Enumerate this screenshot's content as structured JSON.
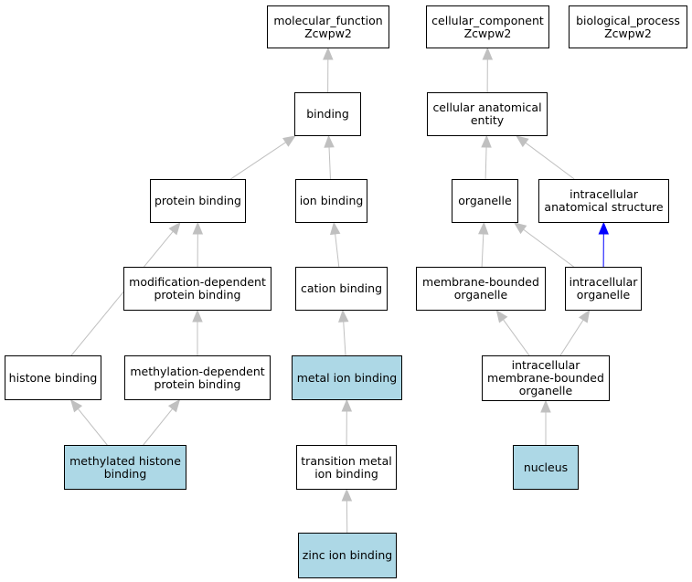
{
  "colors": {
    "highlight_fill": "#add8e6",
    "node_fill": "#ffffff",
    "node_border": "#000000",
    "edge_gray": "#c0c0c0",
    "edge_blue": "#0000ff"
  },
  "nodes": {
    "mf": {
      "lines": [
        "molecular_function",
        "Zcwpw2"
      ],
      "highlight": false
    },
    "cc": {
      "lines": [
        "cellular_component",
        "Zcwpw2"
      ],
      "highlight": false
    },
    "bp": {
      "lines": [
        "biological_process",
        "Zcwpw2"
      ],
      "highlight": false
    },
    "binding": {
      "lines": [
        "binding"
      ],
      "highlight": false
    },
    "cae": {
      "lines": [
        "cellular anatomical",
        "entity"
      ],
      "highlight": false
    },
    "pb": {
      "lines": [
        "protein binding"
      ],
      "highlight": false
    },
    "ionb": {
      "lines": [
        "ion binding"
      ],
      "highlight": false
    },
    "org": {
      "lines": [
        "organelle"
      ],
      "highlight": false
    },
    "ias": {
      "lines": [
        "intracellular",
        "anatomical structure"
      ],
      "highlight": false
    },
    "mdpb": {
      "lines": [
        "modification-dependent",
        "protein binding"
      ],
      "highlight": false
    },
    "cationb": {
      "lines": [
        "cation binding"
      ],
      "highlight": false
    },
    "mbo": {
      "lines": [
        "membrane-bounded",
        "organelle"
      ],
      "highlight": false
    },
    "io": {
      "lines": [
        "intracellular",
        "organelle"
      ],
      "highlight": false
    },
    "hb": {
      "lines": [
        "histone binding"
      ],
      "highlight": false
    },
    "methdpb": {
      "lines": [
        "methylation-dependent",
        "protein binding"
      ],
      "highlight": false
    },
    "metalb": {
      "lines": [
        "metal ion binding"
      ],
      "highlight": true
    },
    "imbo": {
      "lines": [
        "intracellular",
        "membrane-bounded",
        "organelle"
      ],
      "highlight": false
    },
    "mhb": {
      "lines": [
        "methylated histone",
        "binding"
      ],
      "highlight": true
    },
    "tmib": {
      "lines": [
        "transition metal",
        "ion binding"
      ],
      "highlight": false
    },
    "nucleus": {
      "lines": [
        "nucleus"
      ],
      "highlight": true
    },
    "zib": {
      "lines": [
        "zinc ion binding"
      ],
      "highlight": true
    }
  },
  "edges": [
    {
      "from": "binding",
      "to": "mf",
      "color": "gray"
    },
    {
      "from": "pb",
      "to": "binding",
      "color": "gray"
    },
    {
      "from": "ionb",
      "to": "binding",
      "color": "gray"
    },
    {
      "from": "mdpb",
      "to": "pb",
      "color": "gray"
    },
    {
      "from": "hb",
      "to": "pb",
      "color": "gray"
    },
    {
      "from": "methdpb",
      "to": "mdpb",
      "color": "gray"
    },
    {
      "from": "mhb",
      "to": "hb",
      "color": "gray"
    },
    {
      "from": "mhb",
      "to": "methdpb",
      "color": "gray"
    },
    {
      "from": "cationb",
      "to": "ionb",
      "color": "gray"
    },
    {
      "from": "metalb",
      "to": "cationb",
      "color": "gray"
    },
    {
      "from": "tmib",
      "to": "metalb",
      "color": "gray"
    },
    {
      "from": "zib",
      "to": "tmib",
      "color": "gray"
    },
    {
      "from": "cae",
      "to": "cc",
      "color": "gray"
    },
    {
      "from": "org",
      "to": "cae",
      "color": "gray"
    },
    {
      "from": "ias",
      "to": "cae",
      "color": "gray"
    },
    {
      "from": "mbo",
      "to": "org",
      "color": "gray"
    },
    {
      "from": "io",
      "to": "org",
      "color": "gray"
    },
    {
      "from": "io",
      "to": "ias",
      "color": "blue"
    },
    {
      "from": "imbo",
      "to": "mbo",
      "color": "gray"
    },
    {
      "from": "imbo",
      "to": "io",
      "color": "gray"
    },
    {
      "from": "nucleus",
      "to": "imbo",
      "color": "gray"
    }
  ]
}
